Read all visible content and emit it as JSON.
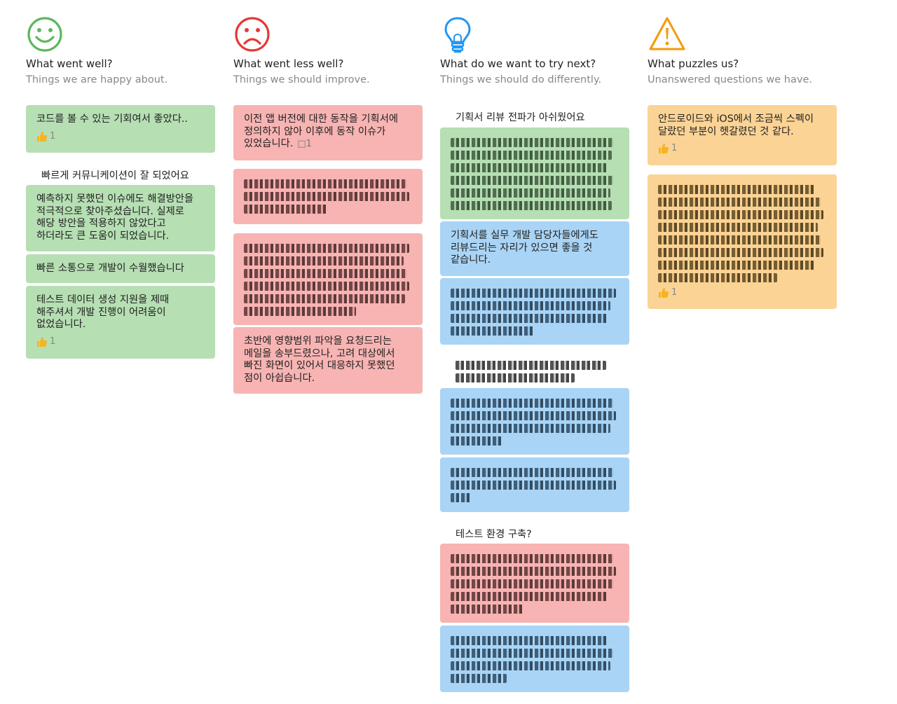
{
  "columns": [
    {
      "title": "What went well?",
      "subtitle": "Things we are happy about.",
      "icon": "smiley-icon",
      "color": "#5cb85c"
    },
    {
      "title": "What went less well?",
      "subtitle": "Things we should improve.",
      "icon": "frown-icon",
      "color": "#e53935"
    },
    {
      "title": "What do we want to try next?",
      "subtitle": "Things we should do differently.",
      "icon": "lightbulb-icon",
      "color": "#2196f3"
    },
    {
      "title": "What puzzles us?",
      "subtitle": "Unanswered questions we have.",
      "icon": "warning-icon",
      "color": "#f39c12"
    }
  ],
  "col1": {
    "card1": {
      "text": "코드를 볼 수 있는 기회여서 좋았다..",
      "votes": "1"
    },
    "group_label": "빠르게 커뮤니케이션이 잘 되었어요",
    "card2": {
      "text": "예측하지 못했던 이슈에도 해결방안을 적극적으로 찾아주셨습니다. 실제로 해당 방안을 적용하지 않았다고 하더라도 큰 도움이 되었습니다."
    },
    "card3": {
      "text": "빠른 소통으로 개발이 수월했습니다"
    },
    "card4": {
      "text": "테스트 데이터 생성 지원을 제때 해주셔서 개발 진행이 어려움이 없었습니다.",
      "votes": "1"
    }
  },
  "col2": {
    "card1": {
      "text": "이전 앱 버전에 대한 동작을 기획서에 정의하지 않아 이후에 동작 이슈가 있었습니다.",
      "comments": "1"
    },
    "card4": {
      "text": "초반에 영향범위 파악을 요청드리는 메일을 송부드렸으나, 고려 대상에서 빠진 화면이 있어서 대응하지 못했던 점이 아쉽습니다."
    }
  },
  "col3": {
    "group1_label": "기획서 리뷰 전파가 아쉬웠어요",
    "card2": {
      "text": "기획서를 실무 개발 담당자들에게도 리뷰드리는 자리가 있으면 좋을 것 같습니다."
    },
    "group3_label": "테스트 환경 구축?"
  },
  "col4": {
    "card1": {
      "text": "안드로이드와 iOS에서 조금씩 스펙이 달랐던 부분이 헷갈렸던 것 같다.",
      "votes": "1"
    },
    "card2": {
      "votes": "1"
    }
  }
}
